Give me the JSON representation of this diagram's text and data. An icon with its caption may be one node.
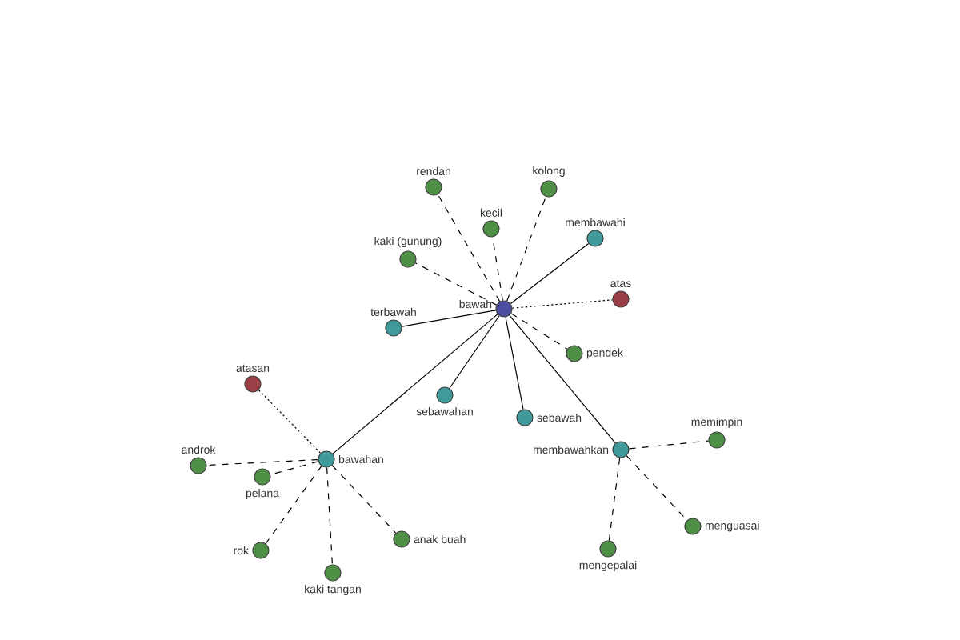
{
  "diagram": {
    "nodes": [
      {
        "text": [
          "bawah"
        ]
      },
      {
        "text": [
          "rendah"
        ]
      },
      {
        "text": [
          "kolong"
        ]
      },
      {
        "text": [
          "kecil"
        ]
      },
      {
        "text": [
          "membawahi"
        ]
      },
      {
        "text": [
          "kaki (gunung)"
        ]
      },
      {
        "text": [
          "atas"
        ]
      },
      {
        "text": [
          "terbawah"
        ]
      },
      {
        "text": [
          "pendek"
        ]
      },
      {
        "text": [
          "atasan"
        ]
      },
      {
        "text": [
          "sebawahan"
        ]
      },
      {
        "text": [
          "sebawah"
        ]
      },
      {
        "text": [
          "androk"
        ]
      },
      {
        "text": [
          "pelana"
        ]
      },
      {
        "text": [
          "bawahan"
        ]
      },
      {
        "text": [
          "membawahkan"
        ]
      },
      {
        "text": [
          "memimpin"
        ]
      },
      {
        "text": [
          "rok"
        ]
      },
      {
        "text": [
          "anak buah"
        ]
      },
      {
        "text": [
          "menguasai"
        ]
      },
      {
        "text": [
          "kaki tangan"
        ]
      },
      {
        "text": [
          "mengepalai"
        ]
      }
    ],
    "edges": [
      {
        "from": 0,
        "to": 1,
        "arrow": "none",
        "style": "dashed"
      },
      {
        "from": 0,
        "to": 2,
        "arrow": "none",
        "style": "dashed"
      },
      {
        "from": 0,
        "to": 3,
        "arrow": "none",
        "style": "dashed"
      },
      {
        "from": 0,
        "to": 4,
        "arrow": "none"
      },
      {
        "from": 0,
        "to": 5,
        "arrow": "none",
        "style": "dashed"
      },
      {
        "from": 0,
        "to": 6,
        "arrow": "none",
        "style": "dashed"
      },
      {
        "from": 0,
        "to": 7,
        "arrow": "none"
      },
      {
        "from": 0,
        "to": 8,
        "arrow": "none",
        "style": "dashed"
      },
      {
        "from": 0,
        "to": 10,
        "arrow": "none"
      },
      {
        "from": 0,
        "to": 11,
        "arrow": "none"
      },
      {
        "from": 0,
        "to": 14,
        "arrow": "none"
      },
      {
        "from": 0,
        "to": 15,
        "arrow": "none"
      },
      {
        "from": 14,
        "to": 9,
        "arrow": "none",
        "style": "dashed"
      },
      {
        "from": 14,
        "to": 12,
        "arrow": "none",
        "style": "dashed"
      },
      {
        "from": 14,
        "to": 13,
        "arrow": "none",
        "style": "dashed"
      },
      {
        "from": 14,
        "to": 17,
        "arrow": "none",
        "style": "dashed"
      },
      {
        "from": 14,
        "to": 18,
        "arrow": "none",
        "style": "dashed"
      },
      {
        "from": 14,
        "to": 20,
        "arrow": "none",
        "style": "dashed"
      },
      {
        "from": 15,
        "to": 16,
        "arrow": "none",
        "style": "dashed"
      },
      {
        "from": 15,
        "to": 19,
        "arrow": "none",
        "style": "dashed"
      },
      {
        "from": 15,
        "to": 21,
        "arrow": "none",
        "style": "dashed"
      }
    ]
  }
}
